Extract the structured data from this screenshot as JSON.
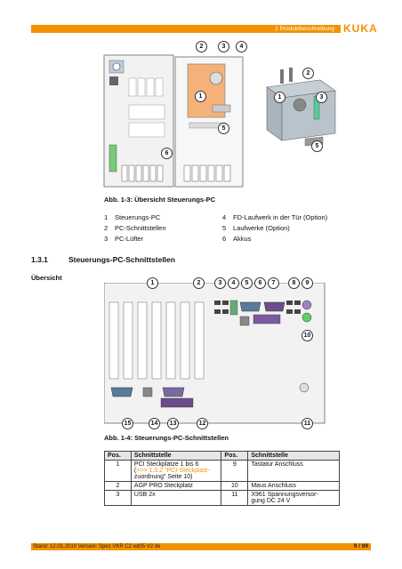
{
  "header": {
    "section_title": "1 Produktbeschreibung",
    "logo": "KUKA"
  },
  "figure1": {
    "callouts": [
      "1",
      "2",
      "3",
      "4",
      "5",
      "6"
    ],
    "caption": "Abb. 1-3: Übersicht Steuerungs-PC",
    "legend": [
      {
        "num": "1",
        "text": "Steuerungs-PC"
      },
      {
        "num": "2",
        "text": "PC-Schnittstellen"
      },
      {
        "num": "3",
        "text": "PC-Lüfter"
      },
      {
        "num": "4",
        "text": "FD-Laufwerk in der Tür (Option)"
      },
      {
        "num": "5",
        "text": "Laufwerke (Option)"
      },
      {
        "num": "6",
        "text": "Akkus"
      }
    ]
  },
  "section": {
    "number": "1.3.1",
    "title": "Steuerungs-PC-Schnittstellen",
    "margin_label": "Übersicht"
  },
  "figure2": {
    "callouts_top": [
      "1",
      "2",
      "3",
      "4",
      "5",
      "6",
      "7",
      "8",
      "9"
    ],
    "callouts_bottom": [
      "15",
      "14",
      "13",
      "12",
      "11"
    ],
    "callout_side": "10",
    "caption": "Abb. 1-4: Steuerungs-PC-Schnittstellen"
  },
  "table": {
    "headers": [
      "Pos.",
      "Schnittstelle",
      "Pos.",
      "Schnittstelle"
    ],
    "rows": [
      {
        "p1": "1",
        "s1a": "PCI Steckplätze 1 bis 6",
        "s1_link": ">>> 1.3.2 \"PCI-Steckplatz-",
        "s1b": "zuordnung\" Seite 10)",
        "s1_paren": "(",
        "p2": "9",
        "s2": "Tastatur Anschluss"
      },
      {
        "p1": "2",
        "s1a": "AGP PRO Steckplatz",
        "p2": "10",
        "s2": "Maus Anschluss"
      },
      {
        "p1": "3",
        "s1a": "USB 2x",
        "p2": "11",
        "s2a": "X961 Spannungsversor-",
        "s2b": "gung DC 24 V"
      }
    ]
  },
  "footer": {
    "text": "Stand: 12.01.2010 Version: Spez VKR C2 ed05 V2 de",
    "page": "9 / 99"
  },
  "colors": {
    "accent": "#f39200",
    "pc_body": "#f4b27a",
    "panel": "#f2f2f2"
  }
}
